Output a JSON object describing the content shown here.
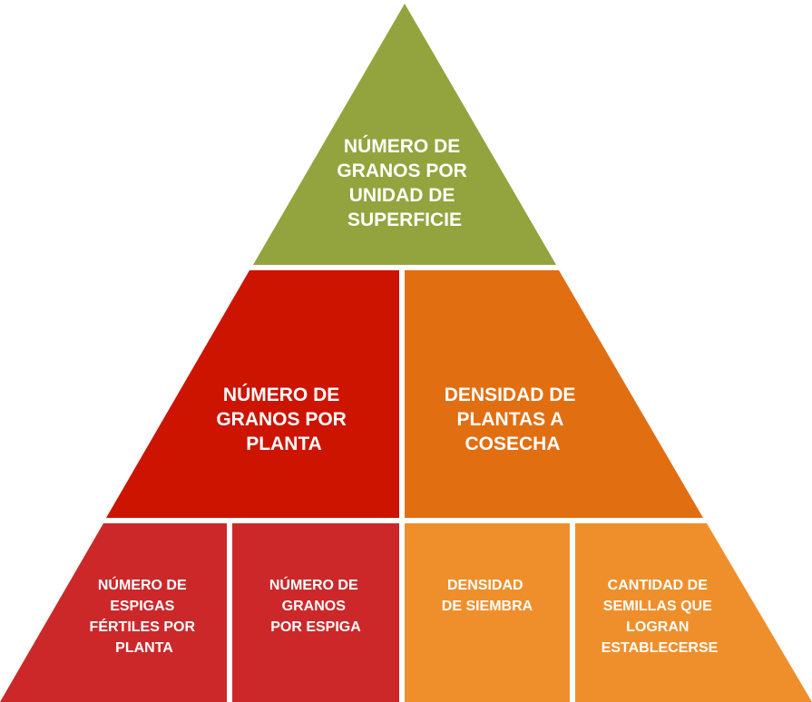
{
  "colors": {
    "top": "#93a43e",
    "middle_left": "#cc1400",
    "middle_right": "#e26e12",
    "bottom_left": "#cc282a",
    "bottom_right": "#ef8f2c"
  },
  "top": {
    "lines": [
      "NÚMERO DE",
      "GRANOS POR",
      "UNIDAD DE",
      "SUPERFICIE"
    ]
  },
  "middle": {
    "left": {
      "lines": [
        "NÚMERO DE",
        "GRANOS POR",
        "PLANTA"
      ]
    },
    "right": {
      "lines": [
        "DENSIDAD DE",
        "PLANTAS A",
        "COSECHA"
      ]
    }
  },
  "bottom": [
    {
      "lines": [
        "NÚMERO DE",
        "ESPIGAS",
        "FÉRTILES POR",
        "PLANTA"
      ]
    },
    {
      "lines": [
        "NÚMERO DE",
        "GRANOS",
        "POR ESPIGA"
      ]
    },
    {
      "lines": [
        "DENSIDAD",
        "DE SIEMBRA"
      ]
    },
    {
      "lines": [
        "CANTIDAD DE",
        "SEMILLAS QUE",
        "LOGRAN",
        "ESTABLECERSE"
      ]
    }
  ]
}
